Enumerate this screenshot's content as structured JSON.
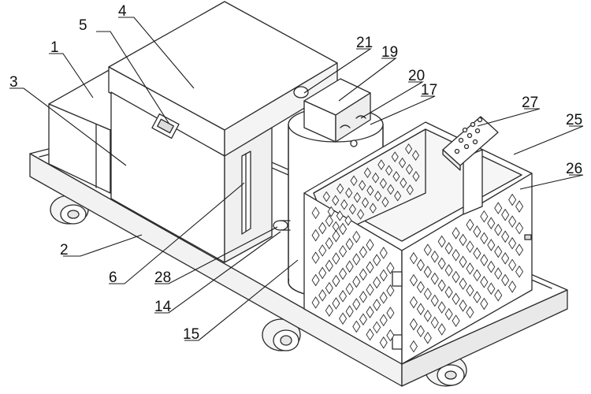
{
  "figure": {
    "kind": "patent-style isometric line drawing of a wheeled cart carrying boxes, a tank with control box, and a diamond-mesh basket",
    "colors": {
      "line": "#2a2a2a",
      "background": "#ffffff",
      "body_fill": "#ffffff",
      "shade": "#eeeeee"
    }
  },
  "callouts": [
    {
      "id": "c1",
      "label": "1"
    },
    {
      "id": "c2",
      "label": "2"
    },
    {
      "id": "c3",
      "label": "3"
    },
    {
      "id": "c4",
      "label": "4"
    },
    {
      "id": "c5",
      "label": "5"
    },
    {
      "id": "c6",
      "label": "6"
    },
    {
      "id": "c14",
      "label": "14"
    },
    {
      "id": "c15",
      "label": "15"
    },
    {
      "id": "c17",
      "label": "17"
    },
    {
      "id": "c19",
      "label": "19"
    },
    {
      "id": "c20",
      "label": "20"
    },
    {
      "id": "c21",
      "label": "21"
    },
    {
      "id": "c25",
      "label": "25"
    },
    {
      "id": "c26",
      "label": "26"
    },
    {
      "id": "c27",
      "label": "27"
    },
    {
      "id": "c28",
      "label": "28"
    }
  ]
}
